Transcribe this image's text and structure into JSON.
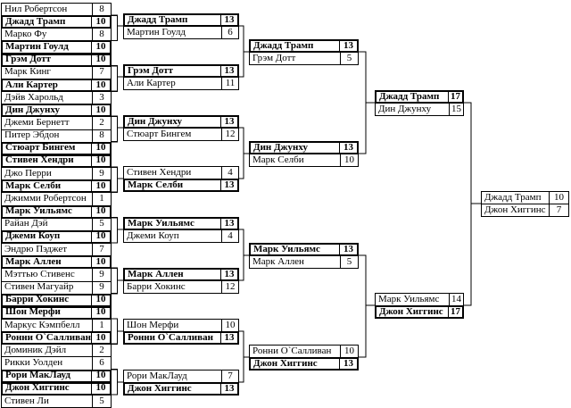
{
  "bracket": {
    "rounds": [
      {
        "matches": [
          {
            "players": [
              {
                "name": "Нил Робертсон",
                "score": "8",
                "winner": false
              },
              {
                "name": "Джадд Трамп",
                "score": "10",
                "winner": true
              }
            ]
          },
          {
            "players": [
              {
                "name": "Марко Фу",
                "score": "8",
                "winner": false
              },
              {
                "name": "Мартин Гоулд",
                "score": "10",
                "winner": true
              }
            ]
          },
          {
            "players": [
              {
                "name": "Грэм Дотт",
                "score": "10",
                "winner": true
              },
              {
                "name": "Марк Кинг",
                "score": "7",
                "winner": false
              }
            ]
          },
          {
            "players": [
              {
                "name": "Али Картер",
                "score": "10",
                "winner": true
              },
              {
                "name": "Дэйв Харольд",
                "score": "3",
                "winner": false
              }
            ]
          },
          {
            "players": [
              {
                "name": "Дин Джунху",
                "score": "10",
                "winner": true
              },
              {
                "name": "Джеми Бернетт",
                "score": "2",
                "winner": false
              }
            ]
          },
          {
            "players": [
              {
                "name": "Питер Эбдон",
                "score": "8",
                "winner": false
              },
              {
                "name": "Стюарт Бингем",
                "score": "10",
                "winner": true
              }
            ]
          },
          {
            "players": [
              {
                "name": "Стивен Хендри",
                "score": "10",
                "winner": true
              },
              {
                "name": "Джо Перри",
                "score": "9",
                "winner": false
              }
            ]
          },
          {
            "players": [
              {
                "name": "Марк Селби",
                "score": "10",
                "winner": true
              },
              {
                "name": "Джимми Робертсон",
                "score": "1",
                "winner": false
              }
            ]
          },
          {
            "players": [
              {
                "name": "Марк Уильямс",
                "score": "10",
                "winner": true
              },
              {
                "name": "Райан Дэй",
                "score": "5",
                "winner": false
              }
            ]
          },
          {
            "players": [
              {
                "name": "Джеми Коуп",
                "score": "10",
                "winner": true
              },
              {
                "name": "Эндрю Пэджет",
                "score": "7",
                "winner": false
              }
            ]
          },
          {
            "players": [
              {
                "name": "Марк Аллен",
                "score": "10",
                "winner": true
              },
              {
                "name": "Мэттью Стивенс",
                "score": "9",
                "winner": false
              }
            ]
          },
          {
            "players": [
              {
                "name": "Стивен Магуайр",
                "score": "9",
                "winner": false
              },
              {
                "name": "Барри Хокинс",
                "score": "10",
                "winner": true
              }
            ]
          },
          {
            "players": [
              {
                "name": "Шон Мерфи",
                "score": "10",
                "winner": true
              },
              {
                "name": "Маркус Кэмпбелл",
                "score": "1",
                "winner": false
              }
            ]
          },
          {
            "players": [
              {
                "name": "Ронни О`Салливан",
                "score": "10",
                "winner": true
              },
              {
                "name": "Доминик Дэйл",
                "score": "2",
                "winner": false
              }
            ]
          },
          {
            "players": [
              {
                "name": "Рикки Уолден",
                "score": "6",
                "winner": false
              },
              {
                "name": "Рори МакЛауд",
                "score": "10",
                "winner": true
              }
            ]
          },
          {
            "players": [
              {
                "name": "Джон Хиггинс",
                "score": "10",
                "winner": true
              },
              {
                "name": "Стивен Ли",
                "score": "5",
                "winner": false
              }
            ]
          }
        ]
      },
      {
        "matches": [
          {
            "players": [
              {
                "name": "Джадд Трамп",
                "score": "13",
                "winner": true
              },
              {
                "name": "Мартин Гоулд",
                "score": "6",
                "winner": false
              }
            ]
          },
          {
            "players": [
              {
                "name": "Грэм Дотт",
                "score": "13",
                "winner": true
              },
              {
                "name": "Али Картер",
                "score": "11",
                "winner": false
              }
            ]
          },
          {
            "players": [
              {
                "name": "Дин Джунху",
                "score": "13",
                "winner": true
              },
              {
                "name": "Стюарт Бингем",
                "score": "12",
                "winner": false
              }
            ]
          },
          {
            "players": [
              {
                "name": "Стивен Хендри",
                "score": "4",
                "winner": false
              },
              {
                "name": "Марк Селби",
                "score": "13",
                "winner": true
              }
            ]
          },
          {
            "players": [
              {
                "name": "Марк Уильямс",
                "score": "13",
                "winner": true
              },
              {
                "name": "Джеми Коуп",
                "score": "4",
                "winner": false
              }
            ]
          },
          {
            "players": [
              {
                "name": "Марк Аллен",
                "score": "13",
                "winner": true
              },
              {
                "name": "Барри Хокинс",
                "score": "12",
                "winner": false
              }
            ]
          },
          {
            "players": [
              {
                "name": "Шон Мерфи",
                "score": "10",
                "winner": false
              },
              {
                "name": "Ронни О`Салливан",
                "score": "13",
                "winner": true
              }
            ]
          },
          {
            "players": [
              {
                "name": "Рори МакЛауд",
                "score": "7",
                "winner": false
              },
              {
                "name": "Джон Хиггинс",
                "score": "13",
                "winner": true
              }
            ]
          }
        ]
      },
      {
        "matches": [
          {
            "players": [
              {
                "name": "Джадд Трамп",
                "score": "13",
                "winner": true
              },
              {
                "name": "Грэм Дотт",
                "score": "5",
                "winner": false
              }
            ]
          },
          {
            "players": [
              {
                "name": "Дин Джунху",
                "score": "13",
                "winner": true
              },
              {
                "name": "Марк Селби",
                "score": "10",
                "winner": false
              }
            ]
          },
          {
            "players": [
              {
                "name": "Марк Уильямс",
                "score": "13",
                "winner": true
              },
              {
                "name": "Марк Аллен",
                "score": "5",
                "winner": false
              }
            ]
          },
          {
            "players": [
              {
                "name": "Ронни О`Салливан",
                "score": "10",
                "winner": false
              },
              {
                "name": "Джон Хиггинс",
                "score": "13",
                "winner": true
              }
            ]
          }
        ]
      },
      {
        "matches": [
          {
            "players": [
              {
                "name": "Джадд Трамп",
                "score": "17",
                "winner": true
              },
              {
                "name": "Дин Джунху",
                "score": "15",
                "winner": false
              }
            ]
          },
          {
            "players": [
              {
                "name": "Марк Уильямс",
                "score": "14",
                "winner": false
              },
              {
                "name": "Джон Хиггинс",
                "score": "17",
                "winner": true
              }
            ]
          }
        ]
      },
      {
        "matches": [
          {
            "players": [
              {
                "name": "Джадд Трамп",
                "score": "10",
                "winner": false
              },
              {
                "name": "Джон Хиггинс",
                "score": "7",
                "winner": false
              }
            ]
          }
        ]
      }
    ]
  }
}
